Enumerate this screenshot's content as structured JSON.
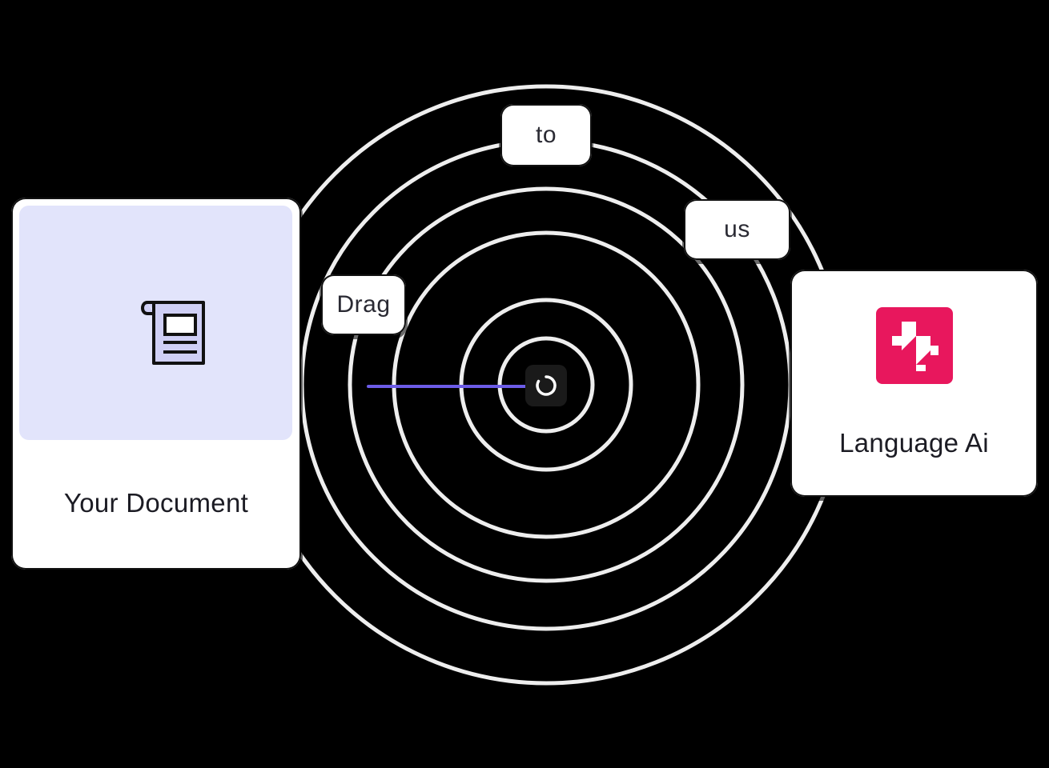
{
  "document_card": {
    "label": "Your Document",
    "icon": "document-icon",
    "preview_color": "#e2e4fb"
  },
  "ai_card": {
    "label": "Language Ai",
    "icon": "language-ai-logo",
    "brand_color": "#e8175d"
  },
  "words": {
    "drag": "Drag",
    "to": "to",
    "us": "us"
  },
  "connector": {
    "color": "#6c5ce7"
  },
  "center": {
    "icon": "loading-spinner-icon"
  }
}
